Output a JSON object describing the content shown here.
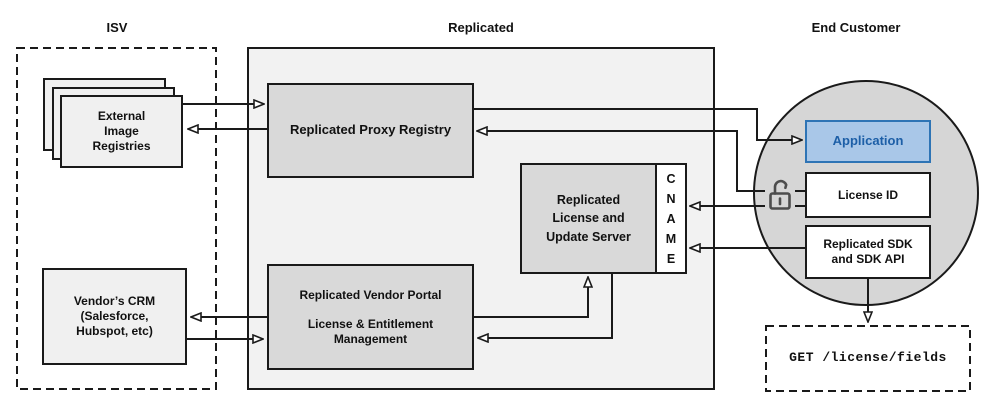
{
  "sections": {
    "isv": "ISV",
    "replicated": "Replicated",
    "end_customer": "End Customer"
  },
  "nodes": {
    "external_registries": {
      "lines": [
        "External",
        "Image",
        "Registries"
      ]
    },
    "vendors_crm": {
      "lines": [
        "Vendor’s CRM",
        "(Salesforce,",
        "Hubspot, etc)"
      ]
    },
    "proxy_registry": {
      "label": "Replicated Proxy Registry"
    },
    "vendor_portal": {
      "title": "Replicated Vendor Portal",
      "subtitle": "License & Entitlement Management"
    },
    "license_update_server": {
      "lines": [
        "Replicated",
        "License and",
        "Update Server"
      ]
    },
    "cname": {
      "label": "CNAME"
    },
    "application": {
      "label": "Application"
    },
    "license_id": {
      "label": "License ID"
    },
    "replicated_sdk": {
      "lines": [
        "Replicated SDK",
        "and SDK API"
      ]
    },
    "get_request": {
      "label": "GET /license/fields"
    }
  },
  "icons": {
    "lock": "open-lock-icon"
  },
  "colors": {
    "container_fill": "#f2f2f2",
    "circle_fill": "#d6d6d6",
    "node_fill": "#d9d9d9",
    "light_fill": "#f0f0f0",
    "line_color": "#1a1a1a",
    "application_fill": "#a9c7e8",
    "application_border": "#2e74b5",
    "application_text": "#1d5fa7"
  }
}
